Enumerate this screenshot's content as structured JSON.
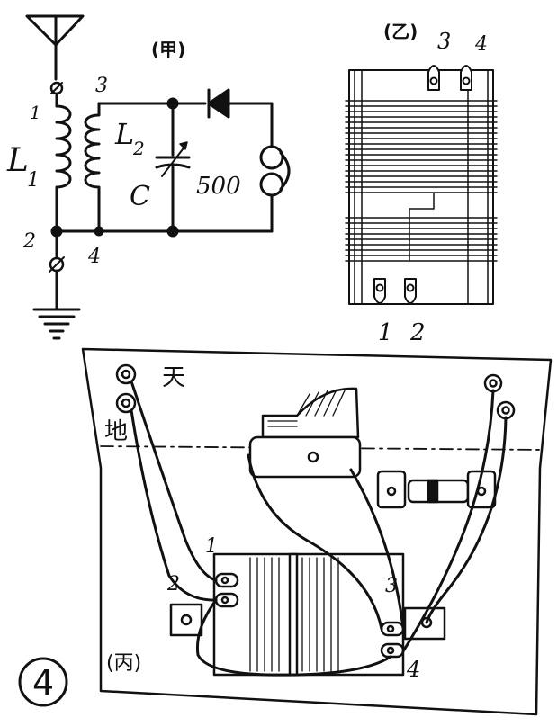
{
  "figure_number": "4",
  "schematic": {
    "caption": "(甲)",
    "terminal_1": "1",
    "terminal_2": "2",
    "terminal_3": "3",
    "terminal_4": "4",
    "coil_1_letter": "L",
    "coil_1_sub": "1",
    "coil_2_letter": "L",
    "coil_2_sub": "2",
    "capacitor_letter": "C",
    "capacitor_value": "500"
  },
  "coil_view": {
    "caption": "(乙)",
    "pin_1": "1",
    "pin_2": "2",
    "pin_3": "3",
    "pin_4": "4"
  },
  "board": {
    "caption": "(丙)",
    "antenna_label": "天",
    "ground_label": "地",
    "pin_1": "1",
    "pin_2": "2",
    "pin_3": "3",
    "pin_4": "4"
  },
  "colors": {
    "ink": "#111111",
    "paper": "#ffffff"
  }
}
